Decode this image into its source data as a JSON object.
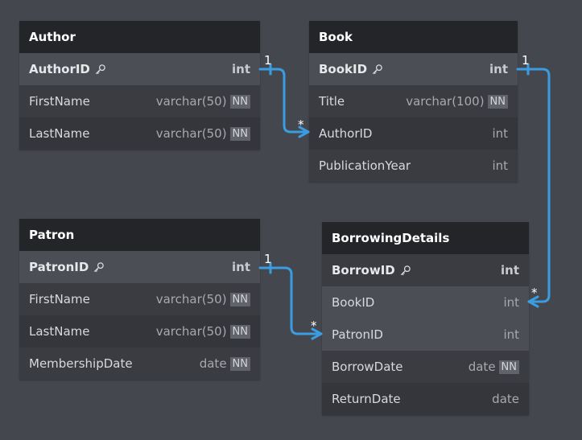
{
  "tables": {
    "author": {
      "name": "Author",
      "columns": [
        {
          "name": "AuthorID",
          "type": "int",
          "nn": false
        },
        {
          "name": "FirstName",
          "type": "varchar(50)",
          "nn": true
        },
        {
          "name": "LastName",
          "type": "varchar(50)",
          "nn": true
        }
      ]
    },
    "book": {
      "name": "Book",
      "columns": [
        {
          "name": "BookID",
          "type": "int",
          "nn": false
        },
        {
          "name": "Title",
          "type": "varchar(100)",
          "nn": true
        },
        {
          "name": "AuthorID",
          "type": "int",
          "nn": false
        },
        {
          "name": "PublicationYear",
          "type": "int",
          "nn": false
        }
      ]
    },
    "patron": {
      "name": "Patron",
      "columns": [
        {
          "name": "PatronID",
          "type": "int",
          "nn": false
        },
        {
          "name": "FirstName",
          "type": "varchar(50)",
          "nn": true
        },
        {
          "name": "LastName",
          "type": "varchar(50)",
          "nn": true
        },
        {
          "name": "MembershipDate",
          "type": "date",
          "nn": true
        }
      ]
    },
    "borrowing": {
      "name": "BorrowingDetails",
      "columns": [
        {
          "name": "BorrowID",
          "type": "int",
          "nn": false
        },
        {
          "name": "BookID",
          "type": "int",
          "nn": false
        },
        {
          "name": "PatronID",
          "type": "int",
          "nn": false
        },
        {
          "name": "BorrowDate",
          "type": "date",
          "nn": true
        },
        {
          "name": "ReturnDate",
          "type": "date",
          "nn": false
        }
      ]
    }
  },
  "nn_label": "NN",
  "cardinality": {
    "one": "1",
    "many": "*"
  },
  "colors": {
    "connector": "#3b9de1",
    "background": "#45474e",
    "header": "#242528"
  }
}
